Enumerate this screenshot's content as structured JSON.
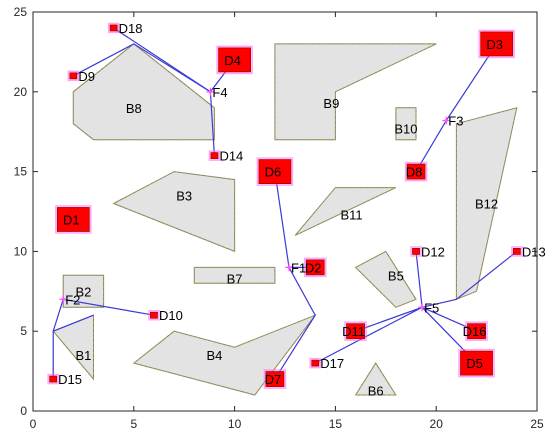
{
  "chart_data": {
    "type": "scatter",
    "title": "",
    "xlabel": "",
    "ylabel": "",
    "xlim": [
      0,
      25
    ],
    "ylim": [
      0,
      25
    ],
    "xticks": [
      0,
      5,
      10,
      15,
      20,
      25
    ],
    "yticks": [
      0,
      5,
      10,
      15,
      20,
      25
    ],
    "grid": false,
    "colors": {
      "obstacle_fill": "#e3e3e3",
      "obstacle_stroke": "#7f7f7f",
      "obstacle_edge_accent": "#c8b400",
      "depot_fill": "#ff0000",
      "depot_stroke": "#b00000",
      "depot_glow": "#ff66ff",
      "route": "#3a3ad8",
      "waypoint": "#ff55ff"
    },
    "obstacles": [
      {
        "name": "B1",
        "label_x": 2.5,
        "label_y": 3.5,
        "points": [
          [
            1,
            5
          ],
          [
            3,
            6
          ],
          [
            3,
            2
          ]
        ]
      },
      {
        "name": "B2",
        "label_x": 2.5,
        "label_y": 7.5,
        "points": [
          [
            1.5,
            6.5
          ],
          [
            3.5,
            6.5
          ],
          [
            3.5,
            8.5
          ],
          [
            1.5,
            8.5
          ]
        ]
      },
      {
        "name": "B3",
        "label_x": 7.5,
        "label_y": 13.5,
        "points": [
          [
            4,
            13
          ],
          [
            7,
            15
          ],
          [
            10,
            14.5
          ],
          [
            10,
            10
          ]
        ]
      },
      {
        "name": "B4",
        "label_x": 9,
        "label_y": 3.5,
        "points": [
          [
            5,
            3
          ],
          [
            7,
            5
          ],
          [
            10,
            4
          ],
          [
            14,
            6
          ],
          [
            11,
            1
          ]
        ]
      },
      {
        "name": "B5",
        "label_x": 18,
        "label_y": 8.5,
        "points": [
          [
            16,
            9
          ],
          [
            17.5,
            10
          ],
          [
            19,
            7
          ],
          [
            18,
            6.5
          ]
        ]
      },
      {
        "name": "B6",
        "label_x": 17,
        "label_y": 1.3,
        "points": [
          [
            16,
            1
          ],
          [
            18,
            1
          ],
          [
            17,
            3
          ]
        ]
      },
      {
        "name": "B7",
        "label_x": 10,
        "label_y": 8.3,
        "points": [
          [
            8,
            8
          ],
          [
            12,
            8
          ],
          [
            12,
            9
          ],
          [
            8,
            9
          ]
        ]
      },
      {
        "name": "B8",
        "label_x": 5,
        "label_y": 19,
        "points": [
          [
            2,
            20
          ],
          [
            2,
            18
          ],
          [
            3,
            17
          ],
          [
            9,
            17
          ],
          [
            9,
            19
          ],
          [
            5,
            23
          ]
        ]
      },
      {
        "name": "B9",
        "label_x": 14.8,
        "label_y": 19.3,
        "points": [
          [
            12,
            23
          ],
          [
            20,
            23
          ],
          [
            15,
            20
          ],
          [
            15,
            17
          ],
          [
            12,
            17
          ]
        ]
      },
      {
        "name": "B10",
        "label_x": 18.5,
        "label_y": 17.7,
        "points": [
          [
            18,
            17
          ],
          [
            19,
            17
          ],
          [
            19,
            19
          ],
          [
            18,
            19
          ]
        ]
      },
      {
        "name": "B11",
        "label_x": 15.8,
        "label_y": 12.3,
        "points": [
          [
            13,
            11
          ],
          [
            15,
            14
          ],
          [
            18,
            14
          ]
        ]
      },
      {
        "name": "B12",
        "label_x": 22.5,
        "label_y": 13,
        "points": [
          [
            21,
            7
          ],
          [
            21,
            18
          ],
          [
            24,
            19
          ],
          [
            22,
            7.5
          ]
        ]
      }
    ],
    "depots": [
      {
        "name": "D1",
        "x": 2,
        "y": 12,
        "size": "large"
      },
      {
        "name": "D2",
        "x": 14,
        "y": 9,
        "size": "medium"
      },
      {
        "name": "D3",
        "x": 23,
        "y": 23,
        "size": "large"
      },
      {
        "name": "D4",
        "x": 10,
        "y": 22,
        "size": "large"
      },
      {
        "name": "D5",
        "x": 22,
        "y": 3,
        "size": "large"
      },
      {
        "name": "D6",
        "x": 12,
        "y": 15,
        "size": "large"
      },
      {
        "name": "D7",
        "x": 12,
        "y": 2,
        "size": "medium"
      },
      {
        "name": "D8",
        "x": 19,
        "y": 15,
        "size": "medium"
      },
      {
        "name": "D9",
        "x": 2,
        "y": 21,
        "size": "small"
      },
      {
        "name": "D10",
        "x": 6,
        "y": 6,
        "size": "small"
      },
      {
        "name": "D11",
        "x": 16,
        "y": 5,
        "size": "medium"
      },
      {
        "name": "D12",
        "x": 19,
        "y": 10,
        "size": "small"
      },
      {
        "name": "D13",
        "x": 24,
        "y": 10,
        "size": "small"
      },
      {
        "name": "D14",
        "x": 9,
        "y": 16,
        "size": "small"
      },
      {
        "name": "D15",
        "x": 1,
        "y": 2,
        "size": "small"
      },
      {
        "name": "D16",
        "x": 22,
        "y": 5,
        "size": "medium"
      },
      {
        "name": "D17",
        "x": 14,
        "y": 3,
        "size": "small"
      },
      {
        "name": "D18",
        "x": 4,
        "y": 24,
        "size": "small"
      }
    ],
    "facilities": [
      {
        "name": "F1",
        "x": 12.7,
        "y": 9
      },
      {
        "name": "F2",
        "x": 1.5,
        "y": 7
      },
      {
        "name": "F3",
        "x": 20.5,
        "y": 18.2
      },
      {
        "name": "F4",
        "x": 8.8,
        "y": 20
      },
      {
        "name": "F5",
        "x": 19.3,
        "y": 6.5
      }
    ],
    "routes": [
      [
        [
          1,
          2
        ],
        [
          1,
          5
        ],
        [
          1.5,
          7
        ],
        [
          6,
          6
        ]
      ],
      [
        [
          1,
          5
        ],
        [
          3,
          6
        ]
      ],
      [
        [
          2,
          21
        ],
        [
          5,
          23
        ],
        [
          8.8,
          20
        ],
        [
          9,
          16
        ]
      ],
      [
        [
          4,
          24
        ],
        [
          8.8,
          20
        ],
        [
          10,
          22
        ]
      ],
      [
        [
          12,
          15
        ],
        [
          12.7,
          9
        ],
        [
          14,
          6
        ],
        [
          12,
          2
        ]
      ],
      [
        [
          12.7,
          9
        ],
        [
          14,
          9
        ]
      ],
      [
        [
          19,
          15
        ],
        [
          20.5,
          18.2
        ],
        [
          23,
          23
        ]
      ],
      [
        [
          14,
          3
        ],
        [
          19.3,
          6.5
        ],
        [
          22,
          3
        ]
      ],
      [
        [
          16,
          5
        ],
        [
          19.3,
          6.5
        ],
        [
          19,
          10
        ]
      ],
      [
        [
          19.3,
          6.5
        ],
        [
          22,
          5
        ]
      ],
      [
        [
          19.3,
          6.5
        ],
        [
          21,
          7
        ],
        [
          24,
          10
        ]
      ]
    ]
  }
}
